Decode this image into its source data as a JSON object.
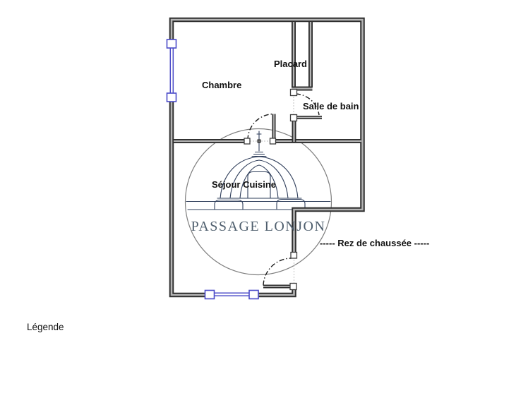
{
  "floor_plan": {
    "rooms": {
      "chambre": "Chambre",
      "placard": "Placard",
      "salle_de_bain": "Salle de bain",
      "sejour_cuisine": "Séjour Cuisine"
    },
    "level_label": "----- Rez de chaussée -----",
    "legend_label": "Légende",
    "watermark": {
      "text": "PASSAGE LONJON"
    },
    "colors": {
      "wall": "#2e2e2e",
      "wall_core": "#b5b5b5",
      "window": "#4a4ac8",
      "circle": "#7e7e7e",
      "watermark_line": "#2e3d5a",
      "watermark_text": "#4e5e6d",
      "label": "#111111"
    }
  }
}
